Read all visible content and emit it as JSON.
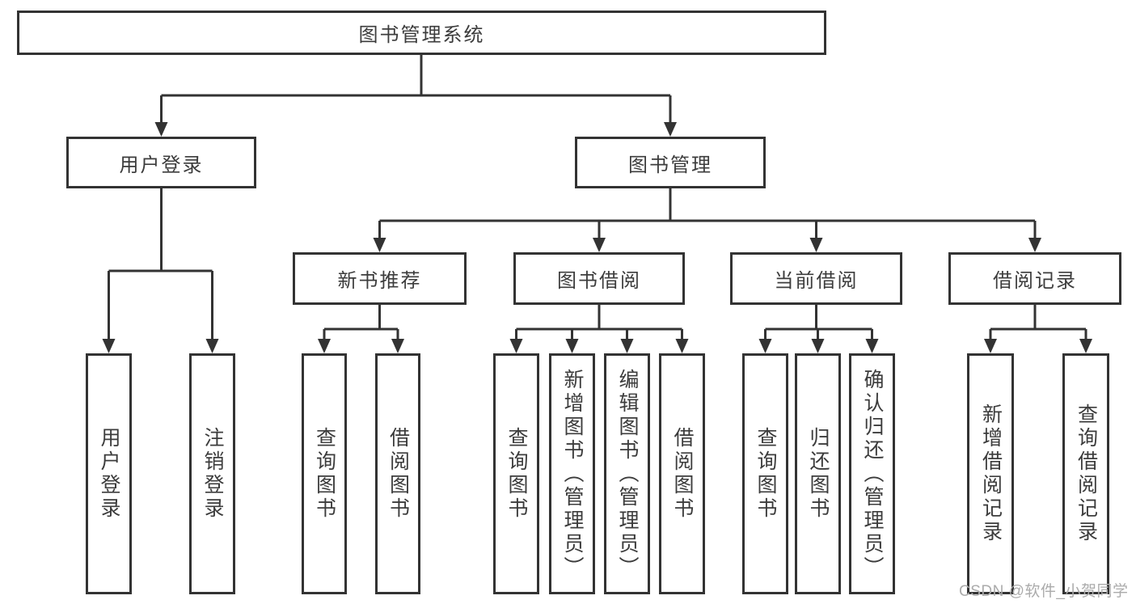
{
  "colors": {
    "line": "#333333",
    "text": "#3c3c3c",
    "background": "#ffffff",
    "watermark": "#ababab"
  },
  "watermark": "CSDN @软件_小贺同学",
  "tree": {
    "root": "图书管理系统",
    "branches": [
      {
        "label": "用户登录",
        "leaves": [
          "用户登录",
          "注销登录"
        ]
      },
      {
        "label": "图书管理",
        "groups": [
          {
            "label": "新书推荐",
            "leaves": [
              "查询图书",
              "借阅图书"
            ]
          },
          {
            "label": "图书借阅",
            "leaves": [
              "查询图书",
              "新增图书（管理员）",
              "编辑图书（管理员）",
              "借阅图书"
            ]
          },
          {
            "label": "当前借阅",
            "leaves": [
              "查询图书",
              "归还图书",
              "确认归还（管理员）"
            ]
          },
          {
            "label": "借阅记录",
            "leaves": [
              "新增借阅记录",
              "查询借阅记录"
            ]
          }
        ]
      }
    ]
  }
}
